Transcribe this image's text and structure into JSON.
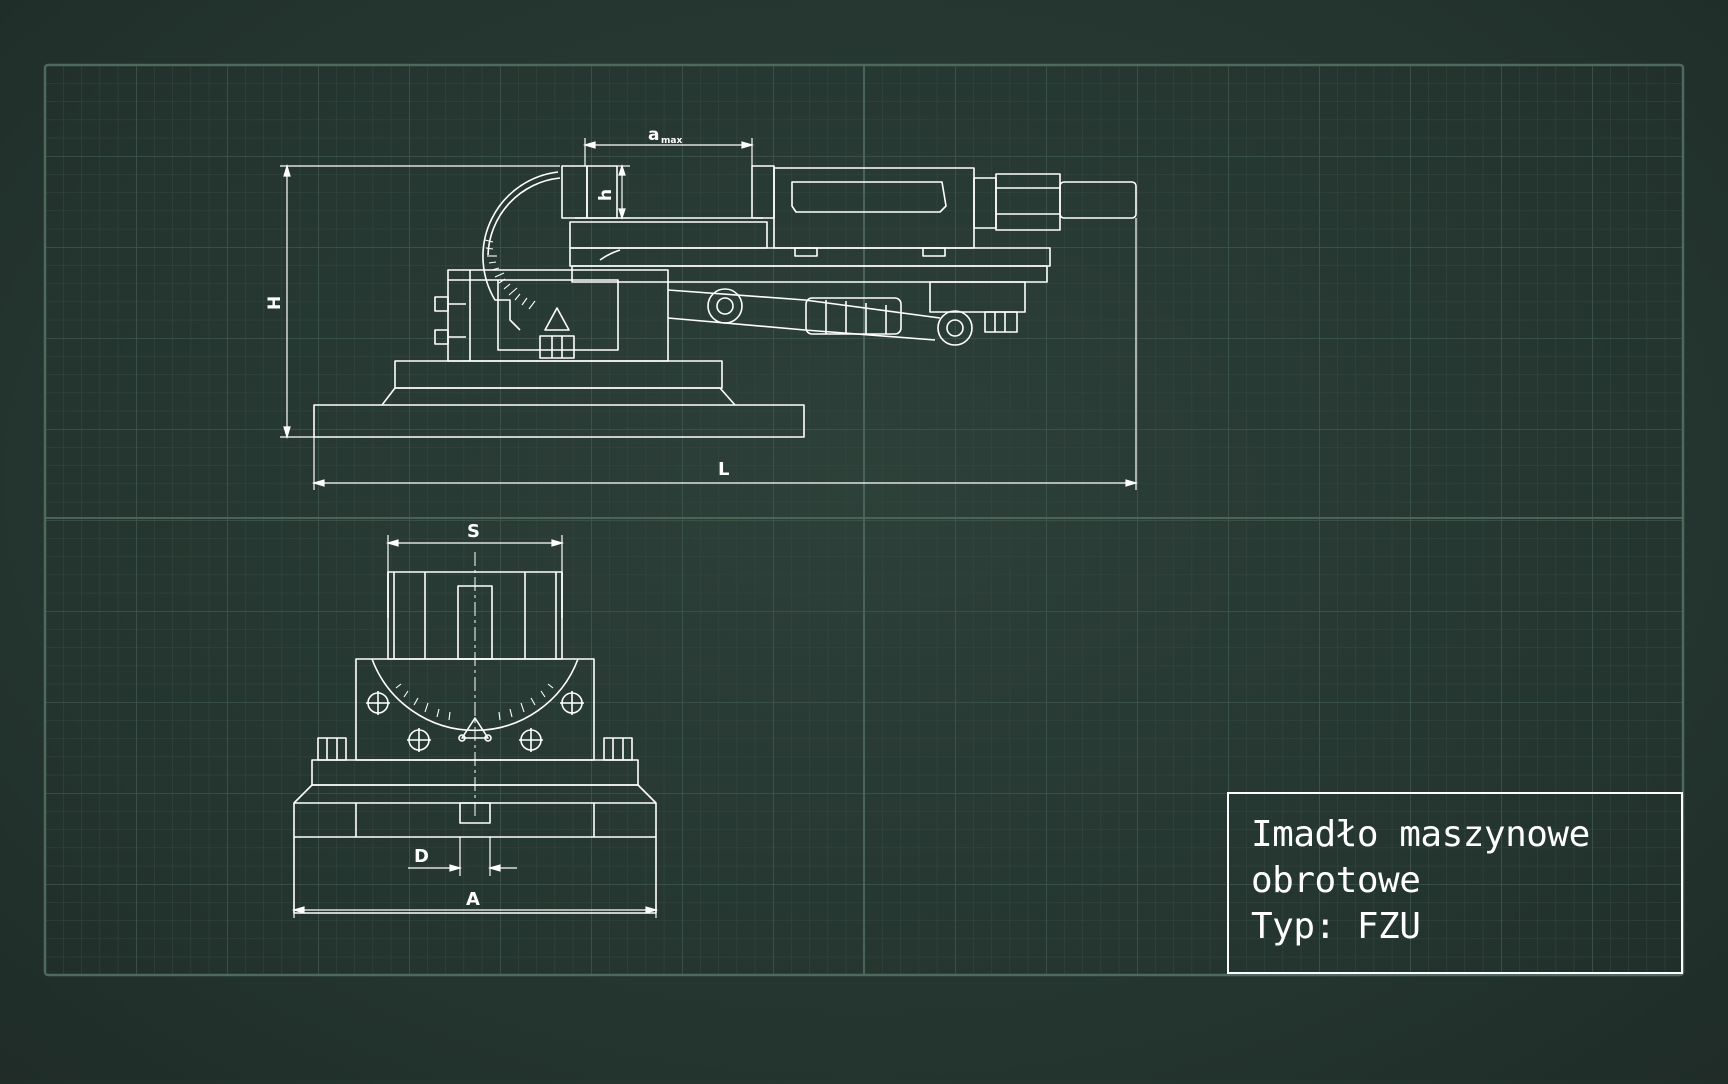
{
  "drawing": {
    "title_line1": "Imadło maszynowe",
    "title_line2": "obrotowe",
    "title_line3": "Typ: FZU"
  },
  "dimensions": {
    "a": "a",
    "a_sub": "max",
    "h_small": "h",
    "H": "H",
    "L": "L",
    "S": "S",
    "D": "D",
    "A": "A"
  },
  "colors": {
    "background": "#253630",
    "grid_minor": "#34493f",
    "grid_major": "#3f574c",
    "line": "#ffffff"
  }
}
